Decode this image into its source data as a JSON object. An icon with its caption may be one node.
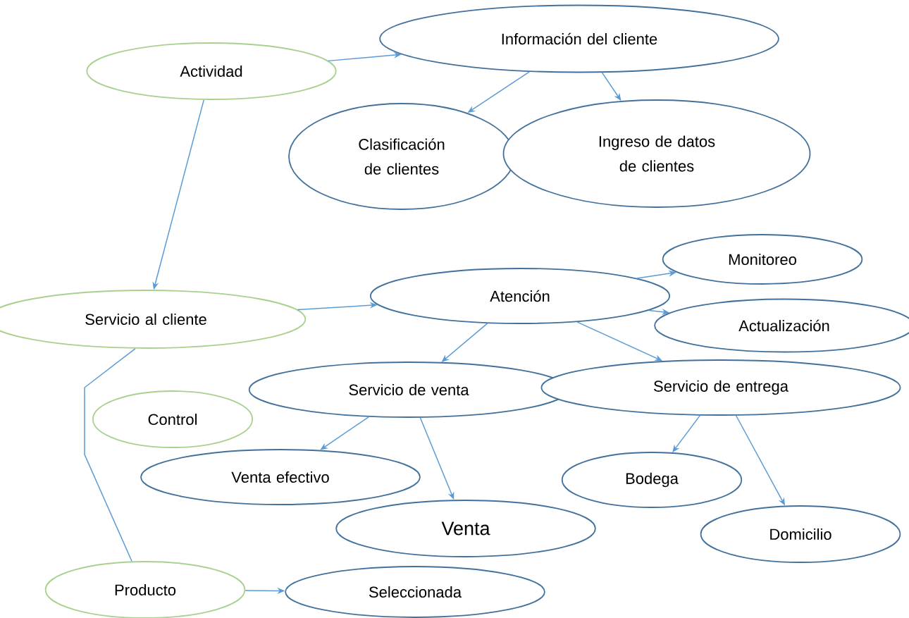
{
  "diagram": {
    "nodes": [
      {
        "text": [
          "Actividad"
        ]
      },
      {
        "text": [
          "Información del cliente"
        ]
      },
      {
        "text": [
          "Clasificación de clientes"
        ]
      },
      {
        "text": [
          "Ingreso de datos de clientes"
        ]
      },
      {
        "text": [
          "Servicio al cliente"
        ]
      },
      {
        "text": [
          "Atención"
        ]
      },
      {
        "text": [
          "Monitoreo"
        ]
      },
      {
        "text": [
          "Actualización"
        ]
      },
      {
        "text": [
          "Servicio de venta"
        ]
      },
      {
        "text": [
          "Servicio de entrega"
        ]
      },
      {
        "text": [
          "Control"
        ]
      },
      {
        "text": [
          "Venta efectivo"
        ]
      },
      {
        "text": [
          "Venta"
        ]
      },
      {
        "text": [
          "Bodega"
        ]
      },
      {
        "text": [
          "Domicilio"
        ]
      },
      {
        "text": [
          "Producto"
        ]
      },
      {
        "text": [
          "Seleccionada"
        ]
      }
    ],
    "edges": [
      {
        "from": 0,
        "to": 1,
        "arrow": "to"
      },
      {
        "from": 1,
        "to": 2,
        "arrow": "to"
      },
      {
        "from": 1,
        "to": 3,
        "arrow": "to"
      },
      {
        "from": 0,
        "to": 4,
        "arrow": "to"
      },
      {
        "from": 4,
        "to": 5,
        "arrow": "to"
      },
      {
        "from": 5,
        "to": 6,
        "arrow": "to"
      },
      {
        "from": 5,
        "to": 7,
        "arrow": "to"
      },
      {
        "from": 5,
        "to": 8,
        "arrow": "to"
      },
      {
        "from": 5,
        "to": 9,
        "arrow": "to"
      },
      {
        "from": 4,
        "to": 15,
        "arrow": "none"
      },
      {
        "from": 8,
        "to": 11,
        "arrow": "to"
      },
      {
        "from": 8,
        "to": 12,
        "arrow": "to"
      },
      {
        "from": 9,
        "to": 13,
        "arrow": "to"
      },
      {
        "from": 9,
        "to": 14,
        "arrow": "to"
      },
      {
        "from": 15,
        "to": 16,
        "arrow": "to"
      }
    ]
  }
}
